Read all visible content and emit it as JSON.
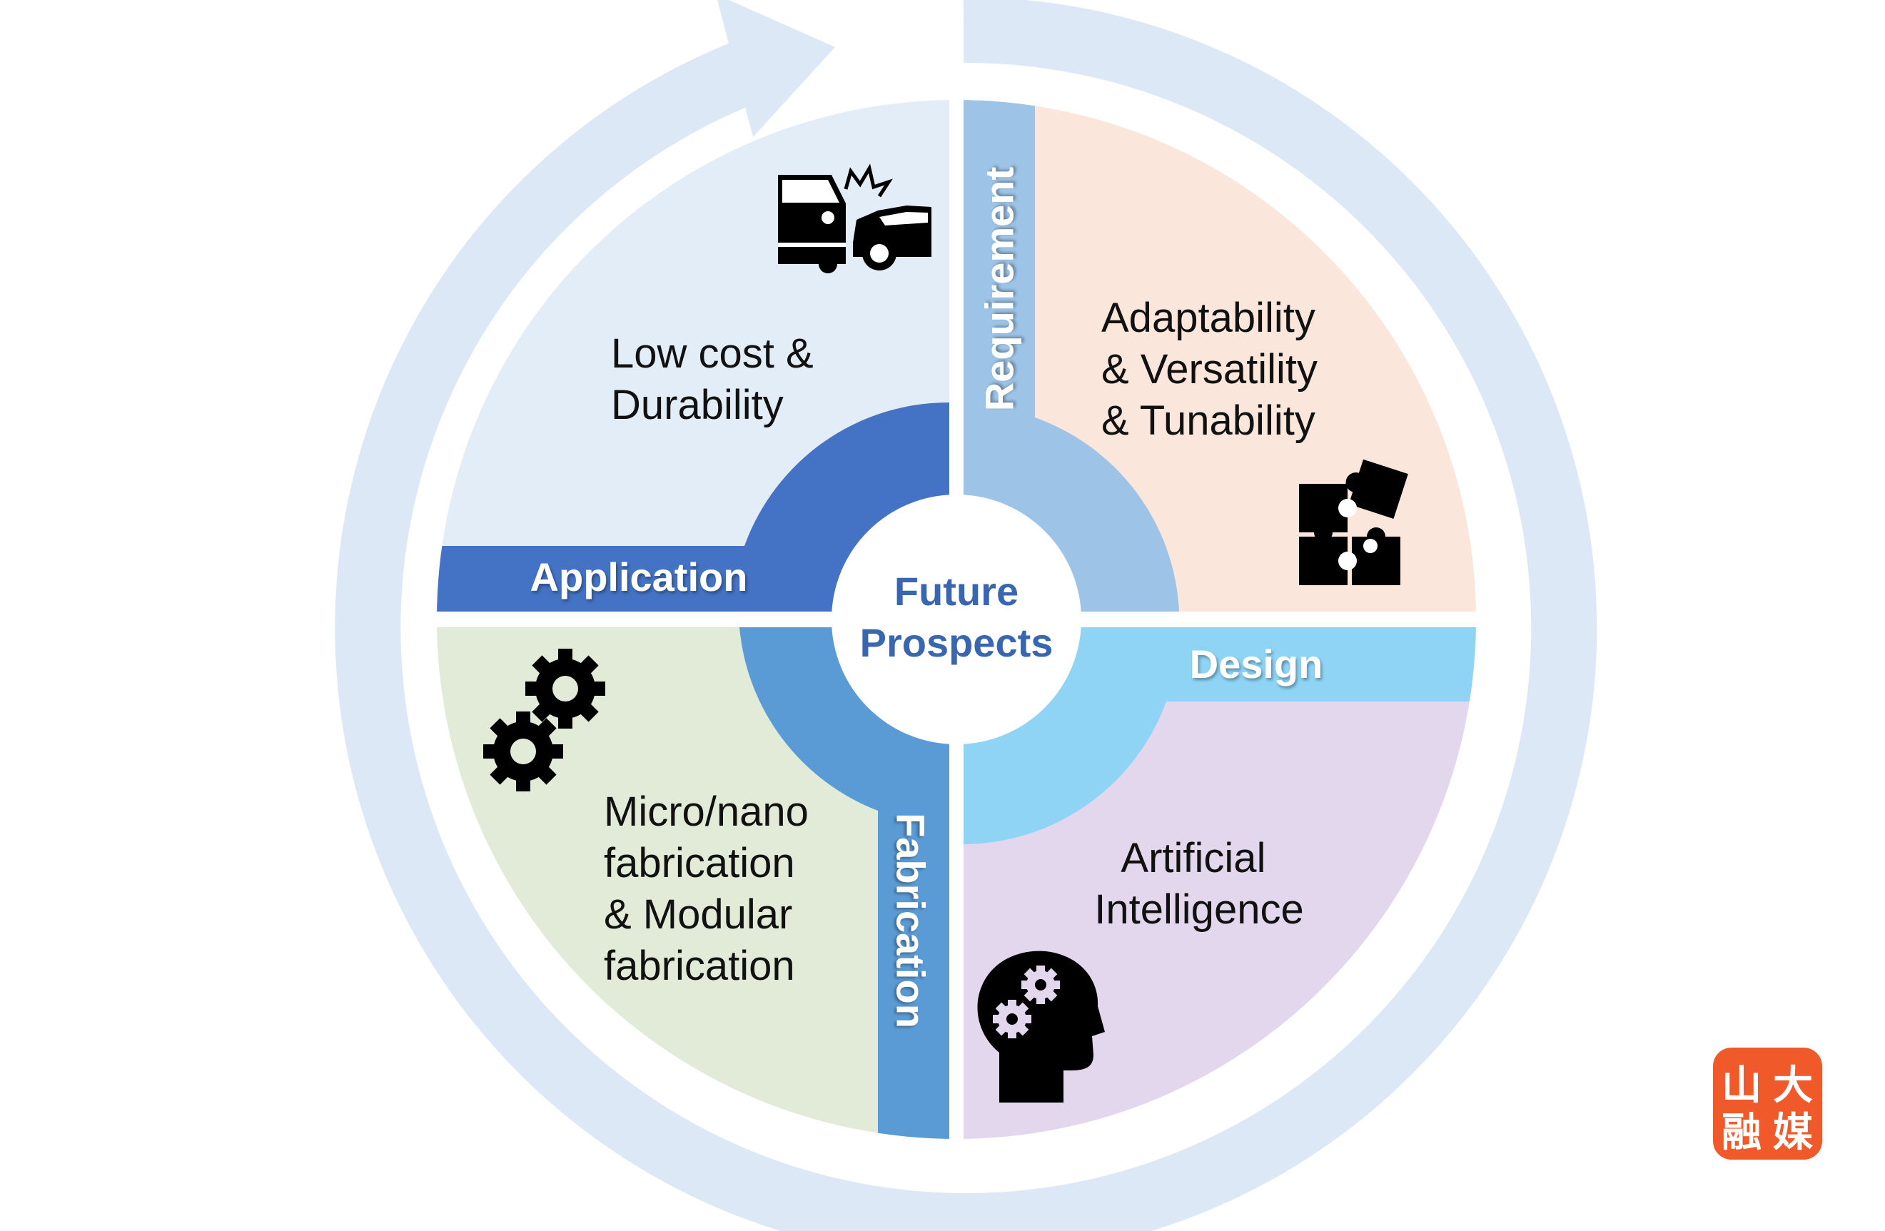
{
  "center": {
    "line1": "Future",
    "line2": "Prospects"
  },
  "bands": {
    "application": "Application",
    "requirement": "Requirement",
    "design": "Design",
    "fabrication": "Fabrication"
  },
  "quadrants": {
    "top_left": {
      "lines": [
        "Low cost &",
        "Durability"
      ],
      "icon": "car-crash-icon",
      "color": "#e3edf8"
    },
    "top_right": {
      "lines": [
        "Adaptability",
        "& Versatility",
        "& Tunability"
      ],
      "icon": "puzzle-icon",
      "color": "#fbe6dc"
    },
    "bottom_right": {
      "lines": [
        "Artificial",
        "Intelligence"
      ],
      "icon": "head-gears-icon",
      "color": "#e2d7ec"
    },
    "bottom_left": {
      "lines": [
        "Micro/nano",
        "fabrication",
        "& Modular",
        "fabrication"
      ],
      "icon": "gears-icon",
      "color": "#e1ebd7"
    }
  },
  "colors": {
    "cycle_arrow": "#dce8f5",
    "application_band": "#4472c4",
    "requirement_band": "#9dc3e6",
    "design_band": "#8fd4f5",
    "fabrication_band": "#5b9bd5",
    "center_text": "#3a66b0",
    "logo_bg": "#f05a2a"
  },
  "watermark": {
    "chars": [
      "山",
      "大",
      "融",
      "媒"
    ],
    "icon": "shanda-media-logo"
  }
}
